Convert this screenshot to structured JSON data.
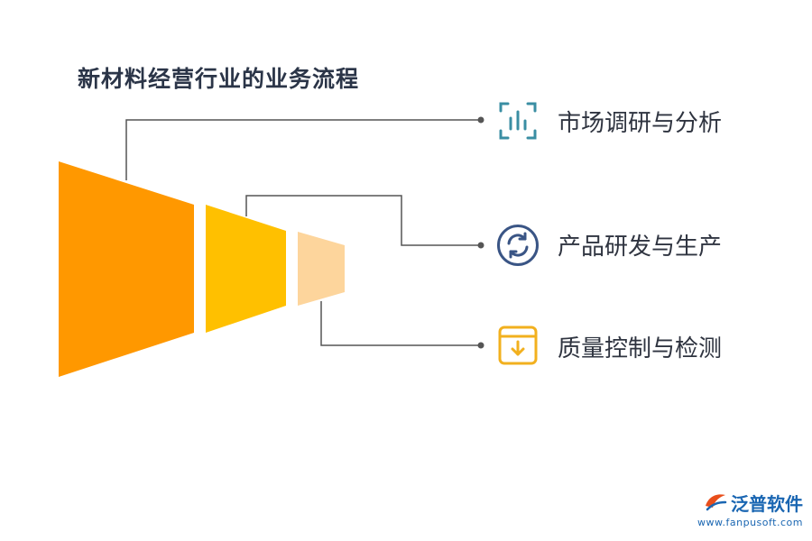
{
  "title": "新材料经营行业的业务流程",
  "items": [
    {
      "label": "市场调研与分析",
      "icon": "bar-chart-icon",
      "color": "#3a8ea3"
    },
    {
      "label": "产品研发与生产",
      "icon": "refresh-cycle-icon",
      "color": "#3a5585"
    },
    {
      "label": "质量控制与检测",
      "icon": "download-box-icon",
      "color": "#f2b01e"
    }
  ],
  "funnel_colors": [
    "#ff9800",
    "#ffc000",
    "#fdd59c"
  ],
  "logo": {
    "text": "泛普软件",
    "url": "www.fanpusoft.com"
  }
}
